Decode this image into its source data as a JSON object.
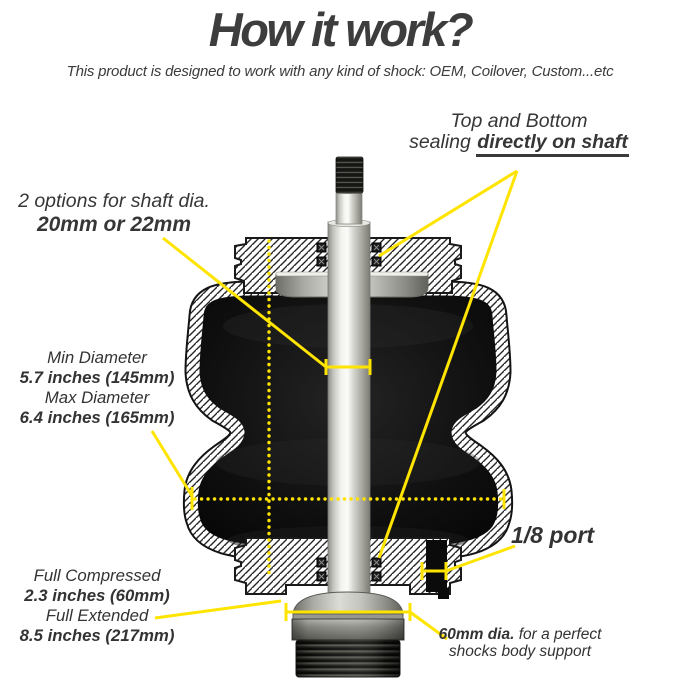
{
  "header": {
    "title": "How it work?",
    "subtitle": "This product is designed to work with any kind of shock: OEM, Coilover, Custom...etc"
  },
  "annotations": {
    "sealing": {
      "line1": "Top and Bottom",
      "line2_prefix": "sealing ",
      "line2_emphasis": "directly on shaft"
    },
    "shaft_options": {
      "line1": "2 options for shaft dia.",
      "line2": "20mm or 22mm"
    },
    "diameter": {
      "l1": "Min Diameter",
      "l2": "5.7 inches (145mm)",
      "l3": "Max Diameter",
      "l4": "6.4 inches (165mm)"
    },
    "stroke": {
      "l1": "Full Compressed",
      "l2": "2.3 inches (60mm)",
      "l3": "Full Extended",
      "l4": "8.5 inches (217mm)"
    },
    "port": {
      "label": "1/8 port"
    },
    "support": {
      "emphasis": "60mm dia.",
      "rest": " for a perfect",
      "line2": "shocks body support"
    }
  },
  "colors": {
    "accent_yellow": "#FFE400",
    "ink": "#3B3B3B",
    "rubber_black": "#0A0A0A"
  }
}
